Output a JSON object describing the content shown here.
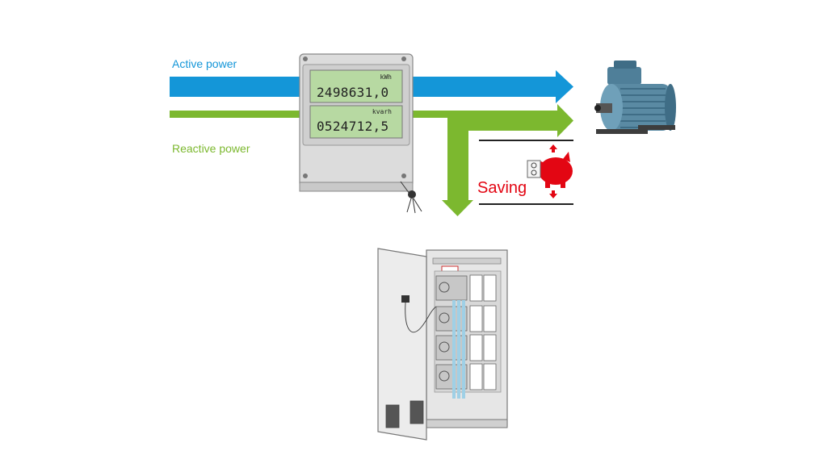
{
  "labels": {
    "active_power": "Active power",
    "reactive_power": "Reactive power",
    "saving": "Saving"
  },
  "meter": {
    "active_unit": "kWh",
    "active_reading": "2498631,0",
    "reactive_unit": "kvarh",
    "reactive_reading": "0524712,5"
  },
  "colors": {
    "active": "#1496d8",
    "reactive": "#7cb82f",
    "saving": "#e30613",
    "lcd": "#b7d9a2",
    "motor": "#5a8aa3",
    "cabinet": "#e6e6e6"
  },
  "icons": [
    "energy-meter-icon",
    "electric-motor-icon",
    "piggy-bank-icon",
    "capacitor-bank-cabinet-icon",
    "arrow-up-icon",
    "arrow-down-icon"
  ]
}
